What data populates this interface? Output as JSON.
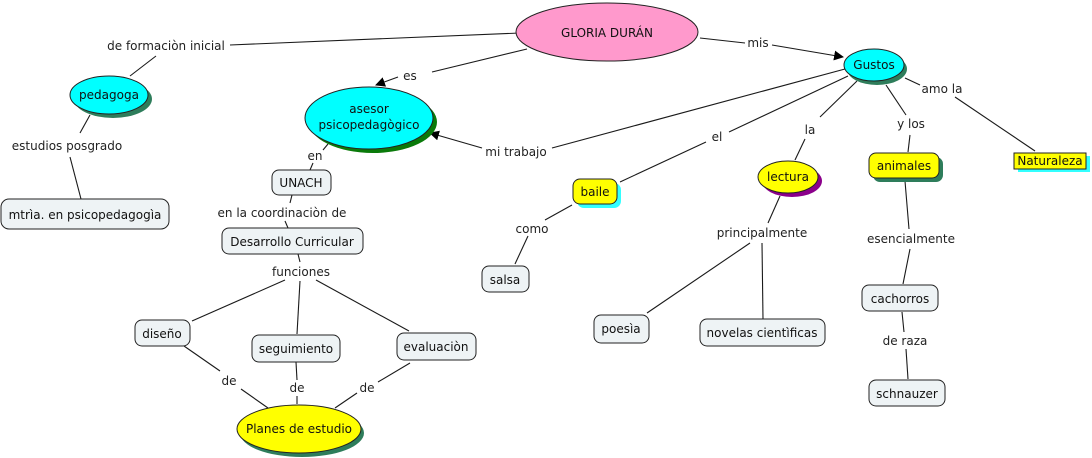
{
  "colors": {
    "pink": "#ff99cc",
    "cyan": "#00ffff",
    "yellow": "#ffff00",
    "light": "#eef3f5",
    "shadow_green": "#2e8b57",
    "shadow_darkgreen": "#0a7a0a",
    "shadow_purple": "#8b008b",
    "shadow_cyan": "#33ffff",
    "shadow_gray": "#b0b8bd"
  },
  "concepts": {
    "gloria": "GLORIA DURÁN",
    "pedagoga": "pedagoga",
    "mtria": "mtrìa. en psicopedagogìa",
    "asesor_1": "asesor",
    "asesor_2": "psicopedagògico",
    "unach": "UNACH",
    "desarrollo": "Desarrollo Curricular",
    "diseno": "diseño",
    "seguimiento": "seguimiento",
    "evaluacion": "evaluaciòn",
    "planes": "Planes de estudio",
    "gustos": "Gustos",
    "baile": "baile",
    "salsa": "salsa",
    "lectura": "lectura",
    "poesia": "poesìa",
    "novelas": "novelas cientìficas",
    "animales": "animales",
    "cachorros": "cachorros",
    "schnauzer": "schnauzer",
    "naturaleza": "Naturaleza"
  },
  "links": {
    "formacion": "de formaciòn inicial",
    "estudios": "estudios posgrado",
    "es": "es",
    "mi_trabajo": "mi trabajo",
    "en": "en",
    "coordinacion": "en la coordinaciòn de",
    "funciones": "funciones",
    "de1": "de",
    "de2": "de",
    "de3": "de",
    "mis": "mis",
    "el": "el",
    "la": "la",
    "y_los": "y los",
    "amo_la": "amo la",
    "como": "como",
    "principalmente": "principalmente",
    "esencialmente": "esencialmente",
    "de_raza": "de raza"
  }
}
